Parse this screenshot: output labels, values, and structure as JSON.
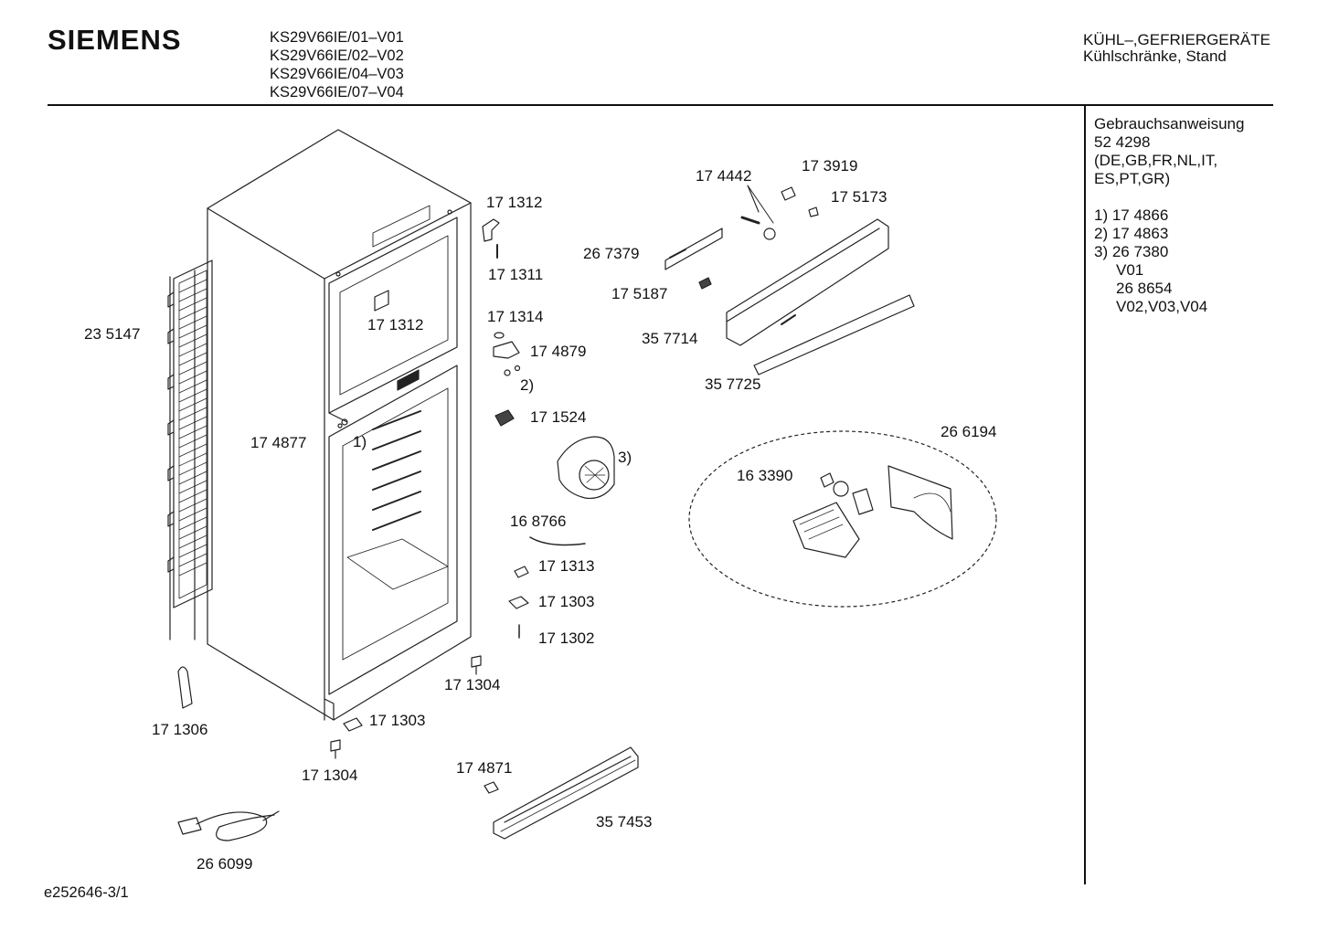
{
  "header": {
    "brand": "SIEMENS",
    "models": [
      "KS29V66IE/01–V01",
      "KS29V66IE/02–V02",
      "KS29V66IE/04–V03",
      "KS29V66IE/07–V04"
    ],
    "category_line1": "KÜHL–,GEFRIERGERÄTE",
    "category_line2": "Kühlschränke, Stand"
  },
  "side_panel": {
    "manual_title": "Gebrauchsanweisung",
    "manual_number": "52 4298",
    "languages_line1": "(DE,GB,FR,NL,IT,",
    "languages_line2": "ES,PT,GR)",
    "notes": {
      "n1": "1) 17 4866",
      "n2": "2) 17 4863",
      "n3": "3) 26 7380",
      "n3_v01": "V01",
      "n3_alt": "26 8654",
      "n3_alt_v": "V02,V03,V04"
    }
  },
  "parts": {
    "p235147": "23 5147",
    "p174877": "17 4877",
    "p171312a": "17 1312",
    "p171312b": "17 1312",
    "p171311": "17 1311",
    "p171314": "17 1314",
    "p174879": "17 4879",
    "p171524": "17 1524",
    "p267379": "26 7379",
    "p175187": "17 5187",
    "p174442": "17 4442",
    "p173919": "17 3919",
    "p175173": "17 5173",
    "p357714": "35 7714",
    "p357725": "35 7725",
    "p266194": "26 6194",
    "p163390": "16 3390",
    "p168766": "16 8766",
    "p171313": "17 1313",
    "p171303a": "17 1303",
    "p171302": "17 1302",
    "p171304a": "17 1304",
    "p171303b": "17 1303",
    "p171304b": "17 1304",
    "p171306": "17 1306",
    "p174871": "17 4871",
    "p357453": "35 7453",
    "p266099": "26 6099"
  },
  "callouts": {
    "c1": "1)",
    "c2": "2)",
    "c3": "3)"
  },
  "footer": {
    "drawing_id": "e252646-3/1"
  }
}
